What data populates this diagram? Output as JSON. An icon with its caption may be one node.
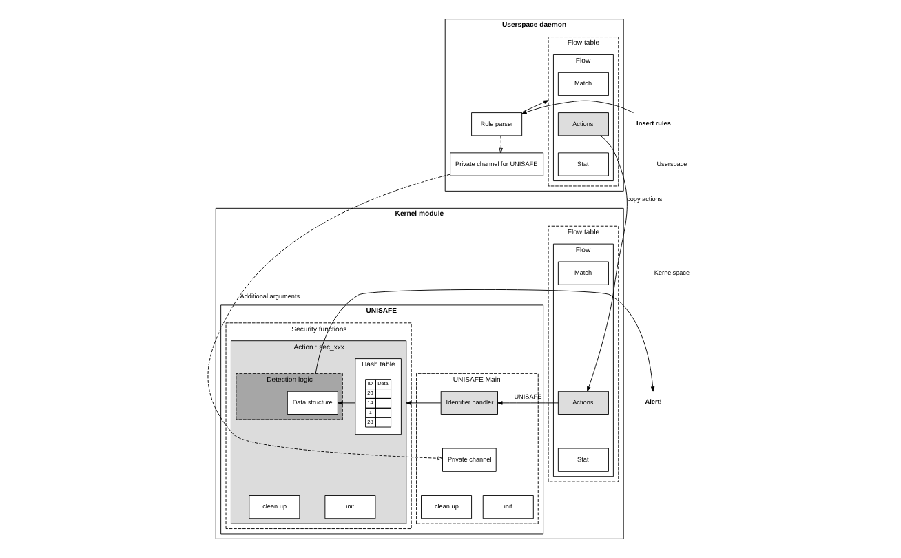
{
  "diagram": {
    "nodes": [
      {
        "text": [
          "Userspace daemon"
        ]
      },
      {
        "text": [
          "Flow table"
        ],
        "in": 0
      },
      {
        "text": [
          "Flow"
        ],
        "in": 1
      },
      {
        "text": [
          "Match"
        ],
        "in": 2
      },
      {
        "text": [
          "Actions"
        ],
        "in": 2
      },
      {
        "text": [
          "Stat"
        ],
        "in": 2
      },
      {
        "text": [
          "Rule parser"
        ],
        "in": 0
      },
      {
        "text": [
          "Private channel for UNISAFE"
        ],
        "in": 0
      },
      {
        "text": [
          "Insert rules"
        ]
      },
      {
        "text": [
          "Kernel module"
        ]
      },
      {
        "text": [
          "Flow table"
        ],
        "in": 9
      },
      {
        "text": [
          "Flow"
        ],
        "in": 10
      },
      {
        "text": [
          "Match"
        ],
        "in": 11
      },
      {
        "text": [
          "Actions"
        ],
        "in": 11
      },
      {
        "text": [
          "Stat"
        ],
        "in": 11
      },
      {
        "text": [
          "UNISAFE"
        ],
        "in": 9
      },
      {
        "text": [
          "UNISAFE Main"
        ],
        "in": 15
      },
      {
        "text": [
          "Identifier handler"
        ],
        "in": 16
      },
      {
        "text": [
          "Private channel"
        ],
        "in": 16
      },
      {
        "text": [
          "init"
        ],
        "in": 16
      },
      {
        "text": [
          "clean up"
        ],
        "in": 16
      },
      {
        "text": [
          "Security functions"
        ],
        "in": 15
      },
      {
        "text": [
          "Action : sec_xxx"
        ],
        "in": 21
      },
      {
        "text": [
          "Hash table"
        ],
        "in": 22
      },
      {
        "text": [
          "Detection logic"
        ],
        "in": 22
      },
      {
        "text": [
          "Data structure"
        ],
        "in": 24
      },
      {
        "text": [
          "init"
        ],
        "in": 22
      },
      {
        "text": [
          "clean up"
        ],
        "in": 22
      },
      {
        "text": [
          "Alert!"
        ]
      }
    ],
    "edges": [
      {
        "from": 8,
        "to": 6,
        "arrow": "to"
      },
      {
        "from": 6,
        "to": 1,
        "arrow": "to"
      },
      {
        "from": 6,
        "to": 7,
        "arrow": "to",
        "style": "dashed"
      },
      {
        "from": 4,
        "to": 13,
        "arrow": "to",
        "label": "copy actions"
      },
      {
        "from": 7,
        "to": 18,
        "arrow": "to",
        "label": "Additional arguments",
        "style": "dashed"
      },
      {
        "from": 13,
        "to": 17,
        "arrow": "to",
        "label": "UNISAFE"
      },
      {
        "from": 17,
        "to": 22,
        "arrow": "to"
      },
      {
        "from": 23,
        "to": 25,
        "arrow": "to"
      },
      {
        "from": 24,
        "to": 28,
        "arrow": "to"
      }
    ],
    "labels": [
      "Userspace",
      "Kernelspace",
      "...",
      "ID",
      "Data",
      "20",
      "14",
      "1",
      "28"
    ]
  }
}
